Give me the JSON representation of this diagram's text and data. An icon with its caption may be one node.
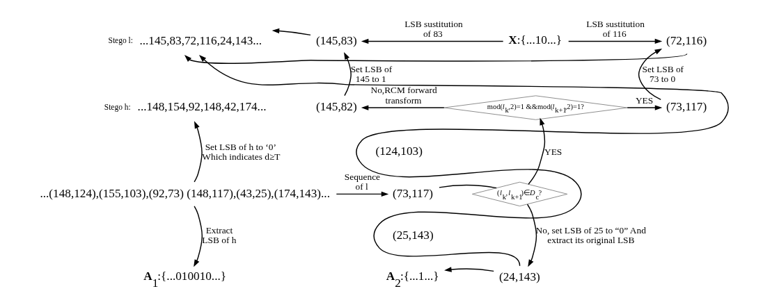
{
  "diagram": {
    "nodes": [
      {
        "text": [
          "...145,83,72,116,24,143..."
        ],
        "beside": [
          "Stego l:"
        ]
      },
      {
        "text": [
          "...148,154,92,148,42,174..."
        ],
        "beside": [
          "Stego h:"
        ]
      },
      {
        "text": [
          "...(148,124),(155,103),(92,73) (148,117),(43,25),(174,143)..."
        ]
      },
      {
        "text": [
          "**A**$_{1}$:{...010010...}"
        ]
      },
      {
        "text": [
          "(124,103)"
        ]
      },
      {
        "text": [
          "(73,117)"
        ]
      },
      {
        "text": [
          "(25,143)"
        ]
      },
      {
        "text": [
          "(*l*$_{k}$,*l*$_{k+1}$)∈*D*$_{c}$?"
        ]
      },
      {
        "text": [
          "mod(*l*$_{k}$,2)=1 &&mod(*l*$_{k+1}$,2)=1?"
        ]
      },
      {
        "text": [
          "(73,117)"
        ]
      },
      {
        "text": [
          "(72,116)"
        ]
      },
      {
        "text": [
          "**X**:{...10...}"
        ]
      },
      {
        "text": [
          "(145,83)"
        ]
      },
      {
        "text": [
          "(145,82)"
        ]
      },
      {
        "text": [
          "(24,143)"
        ]
      },
      {
        "text": [
          "**A**$_{2}$:{...1...}"
        ]
      }
    ],
    "edges": [
      {
        "from": 2,
        "to": 1,
        "arrow": "to",
        "label": "Set LSB of h to ‘0’ Which indicates d≥T"
      },
      {
        "from": 2,
        "to": 3,
        "arrow": "to",
        "label": "Extract LSB of h"
      },
      {
        "from": 2,
        "to": 5,
        "arrow": "to",
        "label": "Sequence of l"
      },
      {
        "from": 5,
        "to": 7,
        "arrow": "none"
      },
      {
        "from": 7,
        "to": 8,
        "arrow": "to",
        "label": "YES"
      },
      {
        "from": 8,
        "to": 9,
        "arrow": "to",
        "label": "YES"
      },
      {
        "from": 8,
        "to": 13,
        "arrow": "to",
        "label": "No,RCM forward transform"
      },
      {
        "from": 7,
        "to": 14,
        "arrow": "to",
        "label": "No, set LSB of 25 to “0” And extract its original LSB"
      },
      {
        "from": 14,
        "to": 15,
        "arrow": "to"
      },
      {
        "from": 14,
        "to": 0,
        "arrow": "to"
      },
      {
        "from": 13,
        "to": 12,
        "arrow": "to",
        "label": "Set LSB of 145 to 1"
      },
      {
        "from": 12,
        "to": 0,
        "arrow": "to"
      },
      {
        "from": 11,
        "to": 12,
        "arrow": "to",
        "label": "LSB sustitution of 83"
      },
      {
        "from": 11,
        "to": 10,
        "arrow": "to",
        "label": "LSB sustitution of 116"
      },
      {
        "from": 9,
        "to": 10,
        "arrow": "to",
        "label": "Set LSB of 73 to 0"
      },
      {
        "from": 10,
        "to": 0,
        "arrow": "to"
      }
    ]
  }
}
